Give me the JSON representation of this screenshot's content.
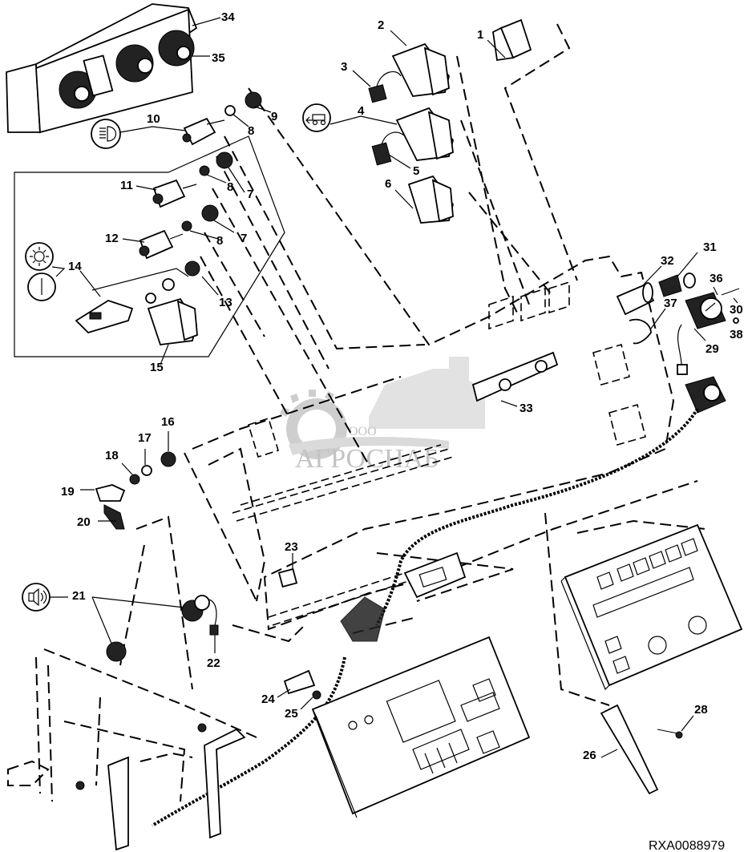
{
  "figure": {
    "type": "exploded-parts-diagram",
    "figure_id": "RXA0088979",
    "watermark": {
      "company_prefix": "ООО",
      "company_name": "АГРОСНАБ"
    }
  },
  "callouts": [
    {
      "number": "1",
      "part": "rocker switch"
    },
    {
      "number": "2",
      "part": "rocker switch"
    },
    {
      "number": "3",
      "part": "wiring connector"
    },
    {
      "number": "4",
      "part": "rocker switch",
      "symbol": "tractor-reverse-symbol"
    },
    {
      "number": "5",
      "part": "wiring connector"
    },
    {
      "number": "6",
      "part": "rocker switch"
    },
    {
      "number": "7",
      "part": "knob"
    },
    {
      "number": "8",
      "part": "nut"
    },
    {
      "number": "9",
      "part": "knob"
    },
    {
      "number": "10",
      "part": "rotary switch",
      "symbol": "headlight-symbol"
    },
    {
      "number": "11",
      "part": "rotary switch"
    },
    {
      "number": "12",
      "part": "rotary switch"
    },
    {
      "number": "13",
      "part": "knob"
    },
    {
      "number": "14",
      "part": "switch assembly",
      "symbol": "work-light-and-power-symbols"
    },
    {
      "number": "15",
      "part": "rocker switch"
    },
    {
      "number": "16",
      "part": "knob"
    },
    {
      "number": "17",
      "part": "nut"
    },
    {
      "number": "18",
      "part": "washer"
    },
    {
      "number": "19",
      "part": "switch"
    },
    {
      "number": "20",
      "part": "connector"
    },
    {
      "number": "21",
      "part": "horn button",
      "symbol": "horn-symbol"
    },
    {
      "number": "22",
      "part": "connector"
    },
    {
      "number": "23",
      "part": "clip"
    },
    {
      "number": "24",
      "part": "bracket"
    },
    {
      "number": "25",
      "part": "screw"
    },
    {
      "number": "26",
      "part": "support bracket"
    },
    {
      "number": "28",
      "part": "screw"
    },
    {
      "number": "29",
      "part": "bracket"
    },
    {
      "number": "30",
      "part": "screw"
    },
    {
      "number": "31",
      "part": "cigarette lighter"
    },
    {
      "number": "32",
      "part": "lighter socket"
    },
    {
      "number": "33",
      "part": "instrument panel"
    },
    {
      "number": "34",
      "part": "climate control panel"
    },
    {
      "number": "35",
      "part": "knob"
    },
    {
      "number": "36",
      "part": "gauge"
    },
    {
      "number": "37",
      "part": "retainer"
    },
    {
      "number": "38",
      "part": "screw"
    }
  ],
  "labels": {
    "c1": "1",
    "c2": "2",
    "c3": "3",
    "c4": "4",
    "c5": "5",
    "c6": "6",
    "c7a": "7",
    "c7b": "7",
    "c8a": "8",
    "c8b": "8",
    "c8c": "8",
    "c9": "9",
    "c10": "10",
    "c11": "11",
    "c12": "12",
    "c13": "13",
    "c14": "14",
    "c15": "15",
    "c16": "16",
    "c17": "17",
    "c18": "18",
    "c19": "19",
    "c20": "20",
    "c21": "21",
    "c22": "22",
    "c23": "23",
    "c24": "24",
    "c25": "25",
    "c26": "26",
    "c28": "28",
    "c29": "29",
    "c30": "30",
    "c31": "31",
    "c32": "32",
    "c33": "33",
    "c34": "34",
    "c35": "35",
    "c36": "36",
    "c37": "37",
    "c38": "38"
  }
}
